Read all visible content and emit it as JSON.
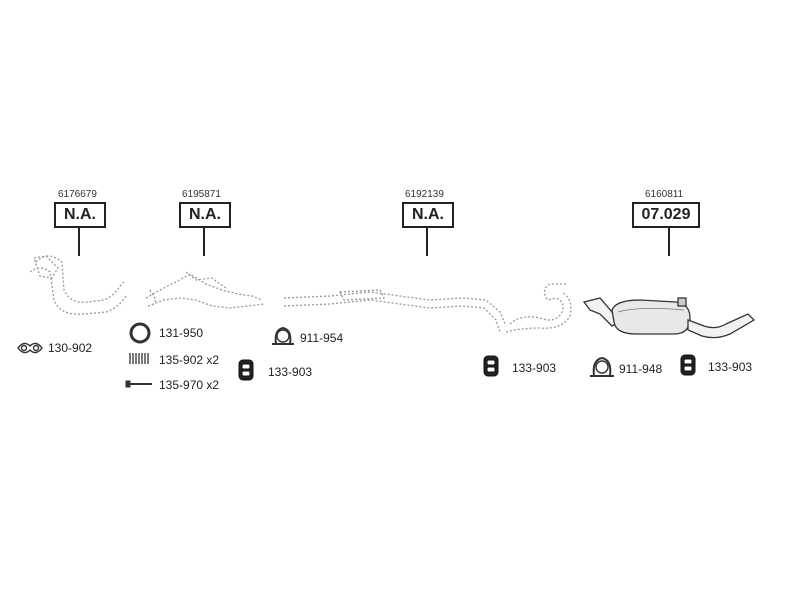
{
  "assemblies": [
    {
      "part_number": "6176679",
      "price_code": "N.A."
    },
    {
      "part_number": "6195871",
      "price_code": "N.A."
    },
    {
      "part_number": "6192139",
      "price_code": "N.A."
    },
    {
      "part_number": "6160811",
      "price_code": "07.029"
    }
  ],
  "fittings": {
    "gasket_left": "130-902",
    "ring": "131-950",
    "spring": "135-902 x2",
    "bolt": "135-970 x2",
    "clamp_1": "911-954",
    "mount_1": "133-903",
    "mount_2": "133-903",
    "clamp_2": "911-948",
    "mount_3": "133-903"
  }
}
